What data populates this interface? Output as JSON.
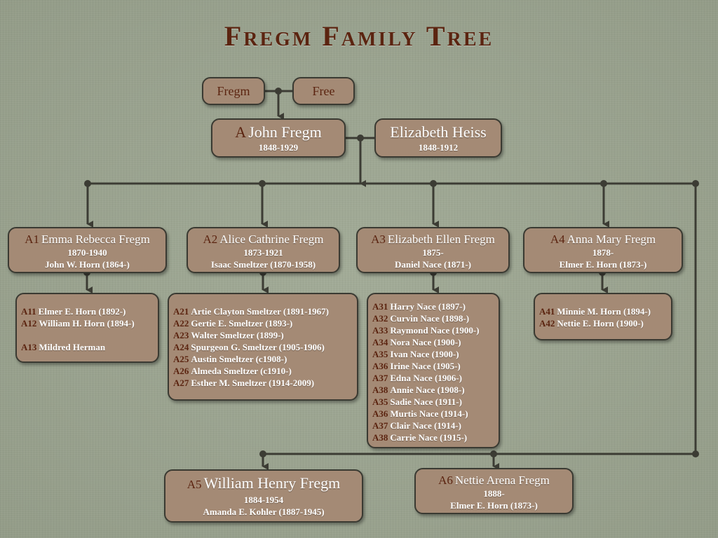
{
  "title": "Fregm Family Tree",
  "colors": {
    "background": "#9aa38f",
    "box_fill": "#a48a75",
    "box_border": "#3a3a32",
    "line": "#3c3c34",
    "accent_text": "#5b2410",
    "text": "#ffffff"
  },
  "parents": {
    "father_surname": "Fregm",
    "mother_surname": "Free"
  },
  "couple": {
    "husband": {
      "id": "A",
      "name": "John Fregm",
      "dates": "1848-1929"
    },
    "wife": {
      "name": "Elizabeth Heiss",
      "dates": "1848-1912"
    }
  },
  "children": [
    {
      "id": "A1",
      "name": "Emma Rebecca Fregm",
      "dates": "1870-1940",
      "spouse": "John W. Horn (1864-)",
      "kids": [
        {
          "id": "A11",
          "text": "Elmer E. Horn (1892-)"
        },
        {
          "id": "A12",
          "text": "William H. Horn (1894-)"
        },
        {
          "id": "A13",
          "text": "Mildred Herman"
        }
      ]
    },
    {
      "id": "A2",
      "name": "Alice Cathrine Fregm",
      "dates": "1873-1921",
      "spouse": "Isaac Smeltzer (1870-1958)",
      "kids": [
        {
          "id": "A21",
          "text": "Artie Clayton Smeltzer (1891-1967)"
        },
        {
          "id": "A22",
          "text": "Gertie E. Smeltzer (1893-)"
        },
        {
          "id": "A23",
          "text": "Walter Smeltzer (1899-)"
        },
        {
          "id": "A24",
          "text": "Spurgeon G. Smeltzer (1905-1906)"
        },
        {
          "id": "A25",
          "text": "Austin Smeltzer (c1908-)"
        },
        {
          "id": "A26",
          "text": "Almeda Smeltzer (c1910-)"
        },
        {
          "id": "A27",
          "text": "Esther M. Smeltzer (1914-2009)"
        }
      ]
    },
    {
      "id": "A3",
      "name": "Elizabeth Ellen Fregm",
      "dates": "1875-",
      "spouse": "Daniel Nace (1871-)",
      "kids": [
        {
          "id": "A31",
          "text": "Harry Nace (1897-)"
        },
        {
          "id": "A32",
          "text": "Curvin Nace (1898-)"
        },
        {
          "id": "A33",
          "text": "Raymond Nace (1900-)"
        },
        {
          "id": "A34",
          "text": "Nora Nace (1900-)"
        },
        {
          "id": "A35",
          "text": "Ivan Nace (1900-)"
        },
        {
          "id": "A36",
          "text": "Irine Nace (1905-)"
        },
        {
          "id": "A37",
          "text": "Edna Nace (1906-)"
        },
        {
          "id": "A38",
          "text": "Annie Nace (1908-)"
        },
        {
          "id": "A35",
          "text": "Sadie Nace (1911-)"
        },
        {
          "id": "A36",
          "text": "Murtis Nace (1914-)"
        },
        {
          "id": "A37",
          "text": "Clair Nace (1914-)"
        },
        {
          "id": "A38",
          "text": "Carrie Nace (1915-)"
        }
      ]
    },
    {
      "id": "A4",
      "name": "Anna Mary Fregm",
      "dates": "1878-",
      "spouse": "Elmer E. Horn (1873-)",
      "kids": [
        {
          "id": "A41",
          "text": "Minnie M. Horn (1894-)"
        },
        {
          "id": "A42",
          "text": "Nettie E. Horn (1900-)"
        }
      ]
    },
    {
      "id": "A5",
      "name": "William Henry Fregm",
      "dates": "1884-1954",
      "spouse": "Amanda E. Kohler (1887-1945)",
      "kids": []
    },
    {
      "id": "A6",
      "name": "Nettie Arena Fregm",
      "dates": "1888-",
      "spouse": "Elmer E. Horn (1873-)",
      "kids": []
    }
  ]
}
